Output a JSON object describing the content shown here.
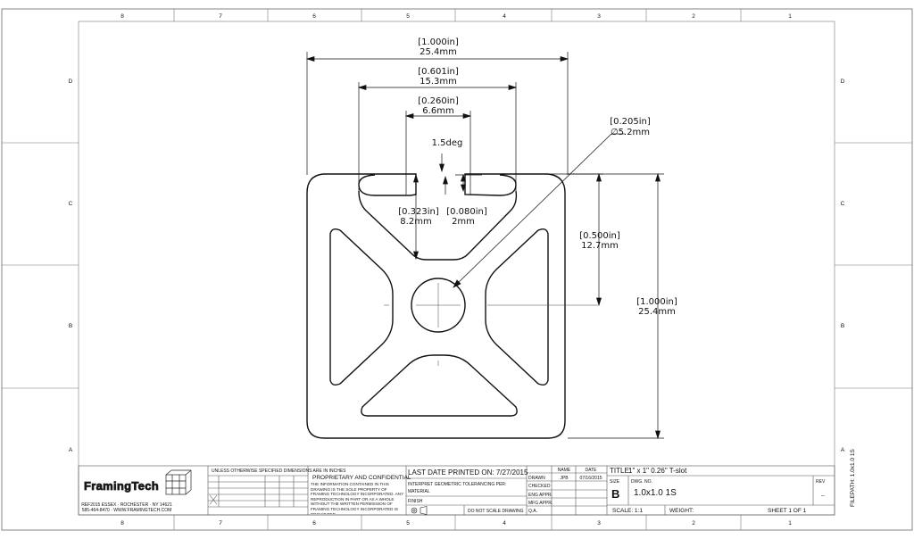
{
  "border": {
    "top_numbers": [
      "8",
      "7",
      "6",
      "5",
      "4",
      "3",
      "2",
      "1"
    ],
    "bottom_numbers": [
      "8",
      "7",
      "6",
      "5",
      "4",
      "3",
      "2",
      "1"
    ],
    "left_letters": [
      "D",
      "C",
      "B",
      "A"
    ],
    "right_letters": [
      "D",
      "C",
      "B",
      "A"
    ]
  },
  "dimensions": {
    "overall_width_in": "[1.000in]",
    "overall_width_mm": "25.4mm",
    "slot_width_in": "[0.601in]",
    "slot_width_mm": "15.3mm",
    "slot_opening_in": "[0.260in]",
    "slot_opening_mm": "6.6mm",
    "angle": "1.5deg",
    "slot_depth_in": "[0.323in]",
    "slot_depth_mm": "8.2mm",
    "lip_in": "[0.080in]",
    "lip_mm": "2mm",
    "bore_in": "[0.205in]",
    "bore_mm": "∅5.2mm",
    "center_in": "[0.500in]",
    "center_mm": "12.7mm",
    "overall_height_in": "[1.000in]",
    "overall_height_mm": "25.4mm"
  },
  "title_block": {
    "logo": "FramingTech",
    "logo_sub1": "REF2015 ESSEX · ROCHESTER · NY 14621",
    "logo_sub2": "585-464-8470 · WWW.FRAMINGTECH.COM",
    "tolerance_header": "UNLESS OTHERWISE SPECIFIED DIMENSIONS ARE IN INCHES",
    "proprietary_title": "PROPRIETARY AND CONFIDENTIAL",
    "proprietary_text": "THE INFORMATION CONTAINED IN THIS DRAWING IS THE SOLE PROPERTY OF FRAMING TECHNOLOGY INCORPORATED. ANY REPRODUCTION IN PART OR AS A WHOLE WITHOUT THE WRITTEN PERMISSION OF FRAMING TECHNOLOGY INCORPORATED IS PROHIBITED.",
    "last_printed": "LAST DATE PRINTED ON: 7/27/2015",
    "interpret": "INTERPRET GEOMETRIC TOLERANCING PER:",
    "material": "MATERIAL",
    "finish": "FINISH",
    "app_label": "DO NOT SCALE DRAWING",
    "name_header": "NAME",
    "date_header": "DATE",
    "rows": [
      {
        "label": "DRAWN",
        "name": "JPB",
        "date": "07/16/2015"
      },
      {
        "label": "CHECKED",
        "name": "",
        "date": ""
      },
      {
        "label": "ENG APPR.",
        "name": "",
        "date": ""
      },
      {
        "label": "MFG APPR.",
        "name": "",
        "date": ""
      },
      {
        "label": "Q.A.",
        "name": "",
        "date": ""
      }
    ],
    "title_label": "TITLE:",
    "title_value": "1\" x 1\" 0.26\" T-slot",
    "size_label": "SIZE",
    "size_value": "B",
    "dwg_label": "DWG. NO.",
    "dwg_value": "1.0x1.0 1S",
    "rev_label": "REV",
    "rev_value": "–",
    "scale": "SCALE: 1:1",
    "weight": "WEIGHT:",
    "sheet": "SHEET 1 OF 1"
  },
  "side_label": "FILEPATH: 1.0x1.0 1S"
}
